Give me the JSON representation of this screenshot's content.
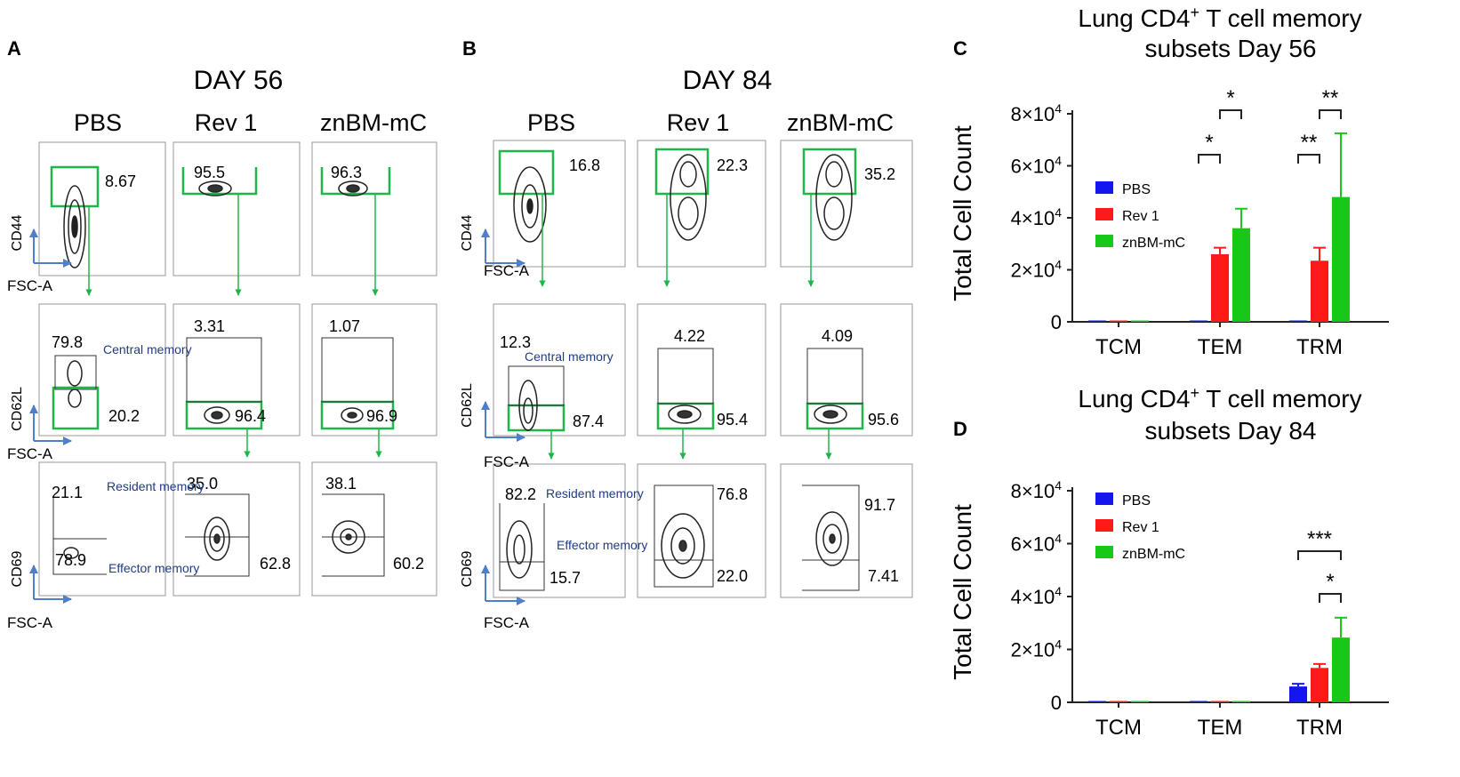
{
  "colors": {
    "pbs": "#1515f0",
    "rev1": "#ff1a1a",
    "znbm": "#18c818",
    "gate": "#1db64a",
    "axis_blue": "#4f7fc8",
    "annot": "#1f3b85"
  },
  "panels": {
    "A": {
      "letter": "A",
      "title": "DAY 56",
      "columns": [
        "PBS",
        "Rev 1",
        "znBM-mC"
      ],
      "axes": {
        "row1_y": "CD44",
        "row2_y": "CD62L",
        "row3_y": "CD69",
        "x": "FSC-A"
      },
      "row1": [
        "8.67",
        "95.5",
        "96.3"
      ],
      "row2_top": [
        "79.8",
        "3.31",
        "1.07"
      ],
      "row2_bottom": [
        "20.2",
        "96.4",
        "96.9"
      ],
      "row3_top": [
        "21.1",
        "35.0",
        "38.1"
      ],
      "row3_bottom": [
        "78.9",
        "62.8",
        "60.2"
      ],
      "central_memory": "Central memory",
      "resident_memory": "Resident memory",
      "effector_memory": "Effector memory"
    },
    "B": {
      "letter": "B",
      "title": "DAY 84",
      "columns": [
        "PBS",
        "Rev 1",
        "znBM-mC"
      ],
      "axes": {
        "row1_y": "CD44",
        "row2_y": "CD62L",
        "row3_y": "CD69",
        "x": "FSC-A"
      },
      "row1": [
        "16.8",
        "22.3",
        "35.2"
      ],
      "row2_top": [
        "12.3",
        "4.22",
        "4.09"
      ],
      "row2_bottom": [
        "87.4",
        "95.4",
        "95.6"
      ],
      "row3_top": [
        "82.2",
        "76.8",
        "91.7"
      ],
      "row3_bottom": [
        "15.7",
        "22.0",
        "7.41"
      ],
      "central_memory": "Central memory",
      "resident_memory": "Resident memory",
      "effector_memory": "Effector memory"
    }
  },
  "chart_data": [
    {
      "panel": "C",
      "type": "bar",
      "title_line1": "Lung CD4",
      "title_sup": "+",
      "title_line1_rest": " T cell memory",
      "title_line2": "subsets Day 56",
      "ylabel": "Total Cell Count",
      "ylim": [
        0,
        80000
      ],
      "yticks": [
        {
          "value": 0,
          "label": "0",
          "exp": ""
        },
        {
          "value": 20000,
          "label": "2×10",
          "exp": "4"
        },
        {
          "value": 40000,
          "label": "4×10",
          "exp": "4"
        },
        {
          "value": 60000,
          "label": "6×10",
          "exp": "4"
        },
        {
          "value": 80000,
          "label": "8×10",
          "exp": "4"
        }
      ],
      "categories": [
        "TCM",
        "TEM",
        "TRM"
      ],
      "series": [
        {
          "name": "PBS",
          "values": [
            0,
            0,
            0
          ],
          "errors": [
            0,
            0,
            0
          ]
        },
        {
          "name": "Rev 1",
          "values": [
            200,
            26000,
            23500
          ],
          "errors": [
            0,
            2500,
            5000
          ]
        },
        {
          "name": "znBM-mC",
          "values": [
            300,
            36000,
            48000
          ],
          "errors": [
            0,
            7500,
            24500
          ]
        }
      ],
      "legend_position": "center-left",
      "significance": [
        {
          "cat": 1,
          "from": "PBS",
          "to": "Rev 1",
          "label": "*"
        },
        {
          "cat": 1,
          "from": "Rev 1",
          "to": "znBM-mC",
          "label": "*"
        },
        {
          "cat": 2,
          "from": "PBS",
          "to": "Rev 1",
          "label": "**"
        },
        {
          "cat": 2,
          "from": "Rev 1",
          "to": "znBM-mC",
          "label": "**"
        }
      ]
    },
    {
      "panel": "D",
      "type": "bar",
      "title_line1": "Lung CD4",
      "title_sup": "+",
      "title_line1_rest": " T cell memory",
      "title_line2": "subsets Day 84",
      "ylabel": "Total Cell Count",
      "ylim": [
        0,
        80000
      ],
      "yticks": [
        {
          "value": 0,
          "label": "0",
          "exp": ""
        },
        {
          "value": 20000,
          "label": "2×10",
          "exp": "4"
        },
        {
          "value": 40000,
          "label": "4×10",
          "exp": "4"
        },
        {
          "value": 60000,
          "label": "6×10",
          "exp": "4"
        },
        {
          "value": 80000,
          "label": "8×10",
          "exp": "4"
        }
      ],
      "categories": [
        "TCM",
        "TEM",
        "TRM"
      ],
      "series": [
        {
          "name": "PBS",
          "values": [
            0,
            0,
            6000
          ],
          "errors": [
            0,
            0,
            1000
          ]
        },
        {
          "name": "Rev 1",
          "values": [
            0,
            0,
            13000
          ],
          "errors": [
            0,
            0,
            1500
          ]
        },
        {
          "name": "znBM-mC",
          "values": [
            0,
            0,
            24500
          ],
          "errors": [
            0,
            0,
            7500
          ]
        }
      ],
      "legend_position": "top-left",
      "significance": [
        {
          "cat": 2,
          "from": "PBS",
          "to": "znBM-mC",
          "label": "***"
        },
        {
          "cat": 2,
          "from": "Rev 1",
          "to": "znBM-mC",
          "label": "*"
        }
      ]
    }
  ]
}
